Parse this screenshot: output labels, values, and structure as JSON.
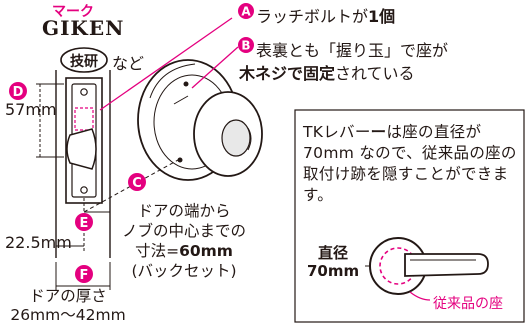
{
  "brand": {
    "maker": "マーク",
    "name": "GIKEN",
    "stamp": "技研",
    "suffix": "など"
  },
  "callouts": [
    {
      "letter": "A",
      "text": "ラッチボルトが",
      "bold": "1個"
    },
    {
      "letter": "B",
      "line1": "表裏とも「握り玉」で座が",
      "line2_bold": "木ネジで固定",
      "line2_rest": "されている"
    },
    {
      "letter": "C"
    },
    {
      "letter": "D",
      "value": "57mm"
    },
    {
      "letter": "E",
      "value": "22.5mm"
    },
    {
      "letter": "F"
    }
  ],
  "backset": {
    "line1": "ドアの端から",
    "line2": "ノブの中心までの",
    "line3_prefix": "寸法=",
    "line3_bold": "60mm",
    "line4": "(バックセット)"
  },
  "thickness": {
    "line1": "ドアの厚さ",
    "line2": "26mm〜42mm"
  },
  "info": {
    "pre": "TKレバー",
    "bold": "ー",
    "post": "は座の直径が70mm なので、従来品の座の取付け跡を隠すことができます。"
  },
  "seat_diagram": {
    "line1": "直径",
    "line2": "70mm",
    "note": "従来品の座"
  },
  "colors": {
    "accent": "#e4007f",
    "ink": "#231815",
    "paper": "#ffffff"
  }
}
